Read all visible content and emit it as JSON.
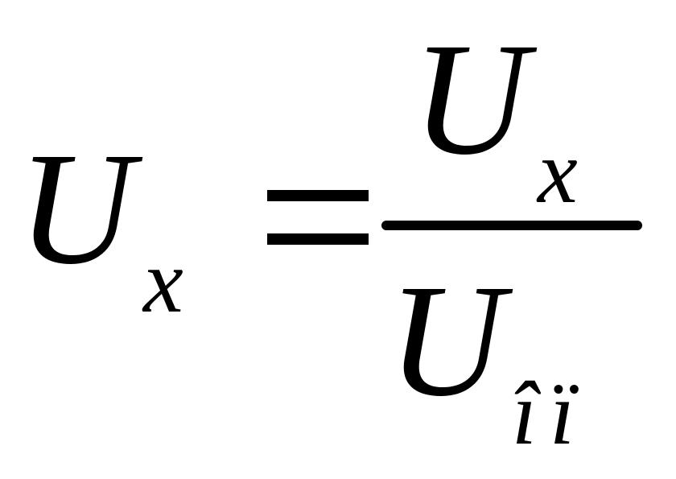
{
  "formula": {
    "lhs": {
      "symbol": "U",
      "subscript": "x"
    },
    "operator": "=",
    "numerator": {
      "symbol": "U",
      "subscript": "x"
    },
    "denominator": {
      "symbol": "U",
      "subscript": "îï"
    }
  }
}
